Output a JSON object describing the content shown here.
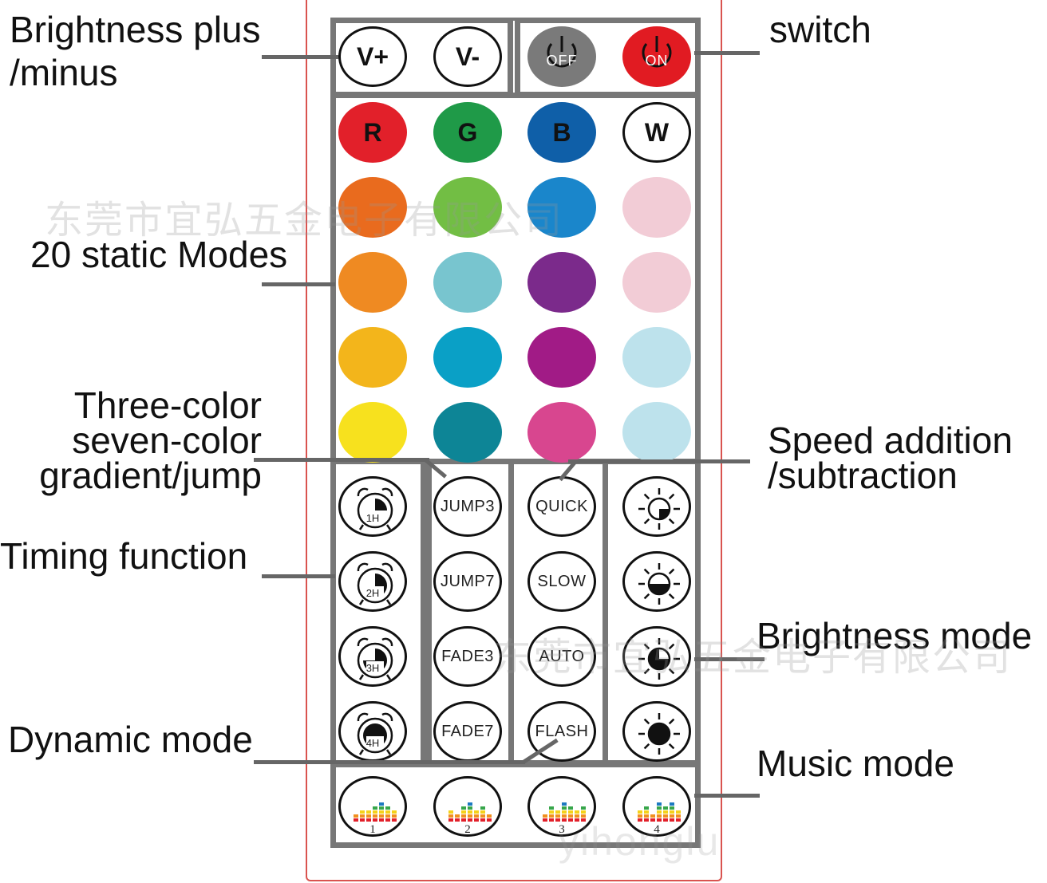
{
  "labels": {
    "brightness_pm": [
      "Brightness plus",
      "/minus"
    ],
    "switch": "switch",
    "static_modes": "20 static Modes",
    "three_color": [
      "Three-color",
      "seven-color",
      "gradient/jump"
    ],
    "speed": [
      "Speed addition",
      "/subtraction"
    ],
    "timing": "Timing function",
    "brightness_mode": "Brightness mode",
    "dynamic": "Dynamic mode",
    "music": "Music mode"
  },
  "watermark": {
    "cn": "东莞市宜弘五金电子有限公司",
    "en": "yihonglu"
  },
  "remote": {
    "top": [
      {
        "name": "brightness-up-button",
        "label": "V+",
        "type": "outline"
      },
      {
        "name": "brightness-down-button",
        "label": "V-",
        "type": "outline"
      },
      {
        "name": "power-off-button",
        "label": "OFF",
        "type": "power",
        "color": "#7a7a7a"
      },
      {
        "name": "power-on-button",
        "label": "ON",
        "type": "power",
        "color": "#e11b22"
      }
    ],
    "rgbw": [
      {
        "label": "R",
        "color": "#e2202a",
        "text": "#111"
      },
      {
        "label": "G",
        "color": "#1f9a48",
        "text": "#111"
      },
      {
        "label": "B",
        "color": "#0f5fa8",
        "text": "#111"
      },
      {
        "label": "W",
        "color": "#ffffff",
        "text": "#111"
      }
    ],
    "color_rows": [
      [
        "#e96b1e",
        "#72be44",
        "#1a86cb",
        "#f2ccd6"
      ],
      [
        "#ef8a22",
        "#78c5cf",
        "#7b2a8b",
        "#f2ccd6"
      ],
      [
        "#f3b51b",
        "#0aa0c6",
        "#a11b86",
        "#bde2ec"
      ],
      [
        "#f7e11e",
        "#0d8596",
        "#d8468f",
        "#bde2ec"
      ]
    ],
    "timers": [
      "1H",
      "2H",
      "3H",
      "4H"
    ],
    "jumps": [
      "JUMP3",
      "JUMP7",
      "FADE3",
      "FADE7"
    ],
    "speeds": [
      "QUICK",
      "SLOW",
      "AUTO",
      "FLASH"
    ],
    "brightness_levels": [
      0.25,
      0.5,
      0.75,
      1.0
    ],
    "music": [
      "1",
      "2",
      "3",
      "4"
    ],
    "colors": {
      "frame": "#777777",
      "outer": "#d9534f",
      "eq": [
        "#e2202a",
        "#f0901e",
        "#f5d21a",
        "#37a64a",
        "#1c79c0",
        "#7b2a8b",
        "#e05a9a"
      ]
    }
  }
}
